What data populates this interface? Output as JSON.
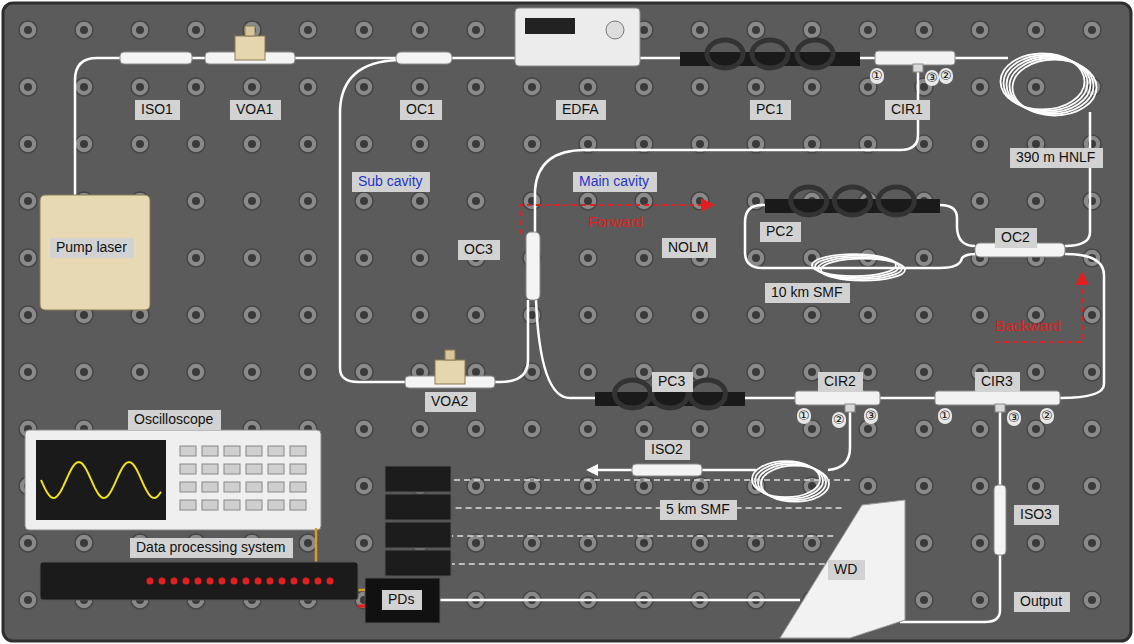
{
  "diagram": {
    "nodes": [
      {
        "text": [
          "ISO1"
        ]
      },
      {
        "text": [
          "VOA1"
        ]
      },
      {
        "text": [
          "OC1"
        ]
      },
      {
        "text": [
          "EDFA"
        ]
      },
      {
        "text": [
          "PC1"
        ]
      },
      {
        "text": [
          "CIR1"
        ]
      },
      {
        "text": [
          "390 m HNLF"
        ]
      },
      {
        "text": [
          "Sub cavity"
        ]
      },
      {
        "text": [
          "Main cavity"
        ]
      },
      {
        "text": [
          "Pump laser"
        ]
      },
      {
        "text": [
          "NOLM"
        ]
      },
      {
        "text": [
          "PC2"
        ]
      },
      {
        "text": [
          "OC3"
        ]
      },
      {
        "text": [
          "10 km SMF"
        ]
      },
      {
        "text": [
          "OC2"
        ]
      },
      {
        "text": [
          "VOA2"
        ]
      },
      {
        "text": [
          "PC3"
        ]
      },
      {
        "text": [
          "CIR2"
        ]
      },
      {
        "text": [
          "CIR3"
        ]
      },
      {
        "text": [
          "Oscilloscope"
        ]
      },
      {
        "text": [
          "ISO2"
        ]
      },
      {
        "text": [
          "5 km SMF"
        ]
      },
      {
        "text": [
          "WD"
        ]
      },
      {
        "text": [
          "ISO3"
        ]
      },
      {
        "text": [
          "Output"
        ]
      },
      {
        "text": [
          "Data processing system"
        ]
      },
      {
        "text": [
          "PDs"
        ]
      }
    ],
    "labels": [
      "①",
      "②",
      "③",
      "Forward",
      "Backward",
      "①",
      "②",
      "③",
      "①",
      "②",
      "③"
    ]
  }
}
